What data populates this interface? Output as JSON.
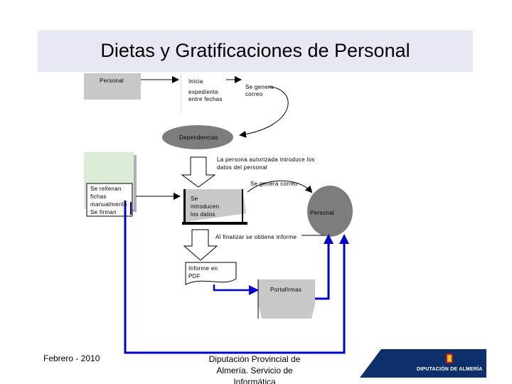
{
  "title": "Dietas y Gratificaciones de Personal",
  "nodes": {
    "personal_top": "Personal",
    "inicia": "Inicia",
    "expediente": "expediente",
    "entre_fechas": "entre fechas",
    "se_genera_1": "Se genera",
    "correo_1": "correo",
    "dependencias": "Dependencias",
    "autorizada_1": "La persona autorizada introduce los",
    "autorizada_2": "datos del personal",
    "se_genera_correo": "Se genera correo",
    "fichas_1": "Se rellenan",
    "fichas_2": "fichas",
    "fichas_3": "manualmente",
    "fichas_4": "Se firman",
    "introducen_1": "Se",
    "introducen_2": "introducen",
    "introducen_3": "los datos",
    "personal_right": "Personal",
    "al_finalizar": "Al finalizar se obtiene informe",
    "informe_1": "Informe en",
    "informe_2": "PDF",
    "portafirmas": "Portafirmas"
  },
  "footer": {
    "date": "Febrero - 2010",
    "org_line1": "Diputación Provincial de",
    "org_line2": "Almería. Servicio de",
    "org_line3": "Informática"
  },
  "logo": {
    "text": "DIPUTACIÓN DE ALMERÍA",
    "color": "#0d2f6b"
  },
  "colors": {
    "connector_blue": "#0000cc",
    "oval_fill": "#7d7d7d",
    "box_fill": "#c8c8c8",
    "doc_fill": "#dcecd6"
  }
}
